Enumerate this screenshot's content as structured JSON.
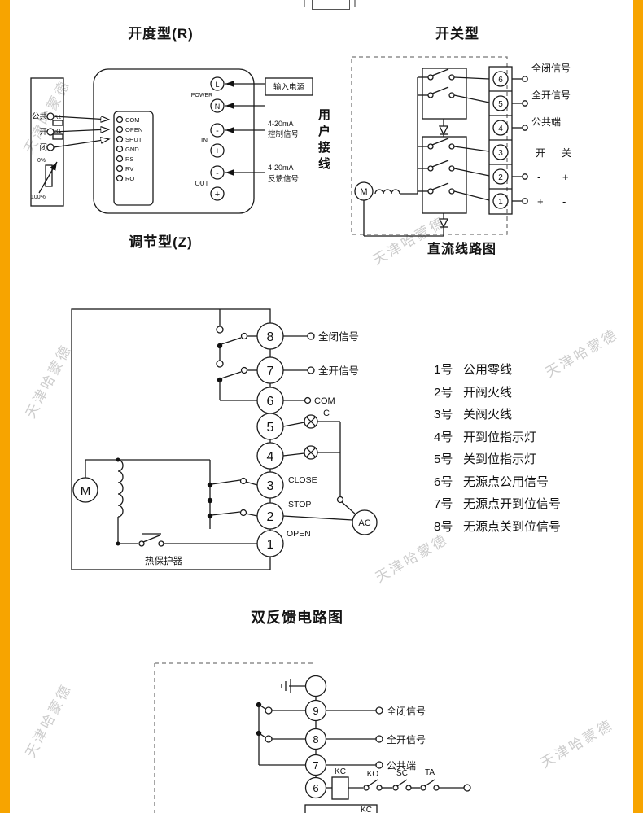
{
  "page": {
    "watermark": "天津哈蒙德",
    "accent_color": "#F7A400"
  },
  "opening_type": {
    "title": "开度型(R)",
    "caption": "调节型(Z)",
    "inputs": [
      "公共",
      "开",
      "闭"
    ],
    "r2": "R2",
    "r1": "R1",
    "pct_top": "0%",
    "pct_bottom": "100%",
    "pins": [
      "COM",
      "OPEN",
      "SHUT",
      "GND",
      "RS",
      "RV",
      "RO"
    ],
    "power": "POWER",
    "pin_l": "L",
    "pin_n": "N",
    "in": "IN",
    "out": "OUT",
    "minus": "-",
    "plus": "+",
    "ann_power": "输入电源",
    "ann_ctrl_1": "4-20mA",
    "ann_ctrl_2": "控制信号",
    "ann_fb_1": "4-20mA",
    "ann_fb_2": "反馈信号",
    "user_wiring": "用户接线"
  },
  "switch_type": {
    "title": "开关型",
    "caption": "直流线路图",
    "terminals": [
      "6",
      "5",
      "4",
      "3",
      "2",
      "1"
    ],
    "sig_closed": "全闭信号",
    "sig_open": "全开信号",
    "common": "公共端",
    "col_open": "开",
    "col_close": "关",
    "motor": "M",
    "minus": "-",
    "plus": "+"
  },
  "dual_feedback": {
    "caption": "双反馈电路图",
    "terminals": [
      "8",
      "7",
      "6",
      "5",
      "4",
      "3",
      "2",
      "1"
    ],
    "sig_closed": "全闭信号",
    "sig_open": "全开信号",
    "com": "COM",
    "lamp_label": "C",
    "close": "CLOSE",
    "stop": "STOP",
    "open": "OPEN",
    "ac": "AC",
    "motor": "M",
    "thermal": "热保护器",
    "legend": [
      {
        "num": "1号",
        "text": "公用零线"
      },
      {
        "num": "2号",
        "text": "开阀火线"
      },
      {
        "num": "3号",
        "text": "关阀火线"
      },
      {
        "num": "4号",
        "text": "开到位指示灯"
      },
      {
        "num": "5号",
        "text": "关到位指示灯"
      },
      {
        "num": "6号",
        "text": "无源点公用信号"
      },
      {
        "num": "7号",
        "text": "无源点开到位信号"
      },
      {
        "num": "8号",
        "text": "无源点关到位信号"
      }
    ]
  },
  "bottom_circuit": {
    "terminals": [
      "9",
      "8",
      "7",
      "6"
    ],
    "sig_closed": "全闭信号",
    "sig_open": "全开信号",
    "common": "公共端",
    "kc": "KC",
    "ko": "KO",
    "sc": "SC",
    "ta": "TA",
    "kc2": "KC"
  }
}
